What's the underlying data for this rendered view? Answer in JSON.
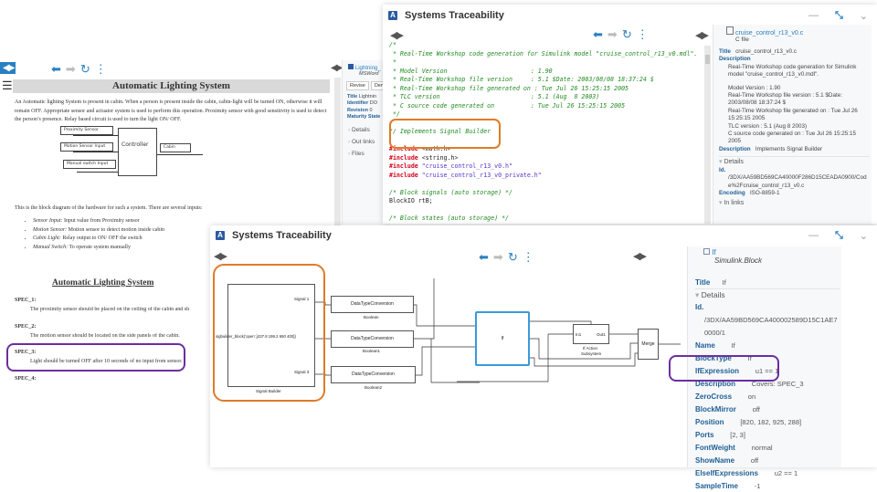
{
  "doc_window": {
    "heading": "Automatic Lighting System",
    "intro": "An Automatic lighting System is present in cabin. When a person is present inside the cabin, cabin-light will be turned ON, otherwise it will remain OFF. Appropriate sensor and actuator system is used to perform this operation. Proximity sensor with good sensitivity is used to detect the person’s presence. Relay based circuit is used to turn the light ON/ OFF.",
    "diagram": {
      "inputs": [
        "Proximity Sensor",
        "Motion Sensor Input",
        "Manual switch Input"
      ],
      "controller": "Controller",
      "output": "Cabin"
    },
    "block_diagram_text": "This is the block diagram of the hardware for such a system. There are several inputs:",
    "inputs_list": [
      {
        "term": "Sensor Input:",
        "desc": " Input value from Proximity sensor"
      },
      {
        "term": "Motion Sensor:",
        "desc": " Motion sensor to detect motion inside cabin"
      },
      {
        "term": "Cabin Light:",
        "desc": " Relay output to ON/ OFF the switch"
      },
      {
        "term": "Manual Switch:",
        "desc": " To operate system manually"
      }
    ],
    "section_title": "Automatic Lighting System",
    "specs": [
      {
        "id": "SPEC_1:",
        "text": "The proximity sensor should be placed on the ceiling of the cabin and sh"
      },
      {
        "id": "SPEC_2:",
        "text": "The motion sensor should be located on the side panels of the cabin."
      },
      {
        "id": "SPEC_3:",
        "text": "Light should be turned OFF after 10 seconds of no input from sensor."
      },
      {
        "id": "SPEC_4:",
        "text": ""
      }
    ],
    "side_panel": {
      "item_name": "Lightning_",
      "item_type": "MSWord",
      "buttons": [
        "Revise",
        "Demo"
      ],
      "props": [
        {
          "k": "Title",
          "v": "Lightnin"
        },
        {
          "k": "Identifier",
          "v": "DO"
        },
        {
          "k": "Revision",
          "v": "0"
        },
        {
          "k": "Maturity State",
          "v": ""
        }
      ],
      "sections": [
        "Details",
        "Out links",
        "Files"
      ]
    }
  },
  "code_window": {
    "title": "Systems Traceability",
    "lines": [
      {
        "t": "com",
        "s": "/*"
      },
      {
        "t": "com",
        "s": " * Real-Time Workshop code generation for Simulink model \"cruise_control_r13_v0.mdl\"."
      },
      {
        "t": "com",
        "s": " *"
      },
      {
        "t": "com",
        "s": " * Model Version                       : 1.90"
      },
      {
        "t": "com",
        "s": " * Real-Time Workshop file version     : 5.1 $Date: 2003/08/08 18:37:24 $"
      },
      {
        "t": "com",
        "s": " * Real-Time Workshop file generated on : Tue Jul 26 15:25:15 2005"
      },
      {
        "t": "com",
        "s": " * TLC version                         : 5.1 (Aug  8 2003)"
      },
      {
        "t": "com",
        "s": " * C source code generated on          : Tue Jul 26 15:25:15 2005"
      },
      {
        "t": "com",
        "s": " */"
      },
      {
        "t": "blank",
        "s": ""
      },
      {
        "t": "com",
        "s": "// Implements Signal Builder"
      },
      {
        "t": "blank",
        "s": ""
      },
      {
        "t": "inc",
        "pp": "#include",
        "s": " <math.h>"
      },
      {
        "t": "inc",
        "pp": "#include",
        "s": " <string.h>"
      },
      {
        "t": "incs",
        "pp": "#include",
        "s": " \"cruise_control_r13_v0.h\""
      },
      {
        "t": "incs",
        "pp": "#include",
        "s": " \"cruise_control_r13_v0_private.h\""
      },
      {
        "t": "blank",
        "s": ""
      },
      {
        "t": "com",
        "s": "/* Block signals (auto storage) */"
      },
      {
        "t": "plain",
        "s": "BlockIO rtB;"
      },
      {
        "t": "blank",
        "s": ""
      },
      {
        "t": "com",
        "s": "/* Block states (auto storage) */"
      }
    ],
    "panel": {
      "file_name": "cruise_control_r13_v0.c",
      "file_type": "C file",
      "title_label": "Title",
      "title_value": "cruise_control_r13_v0.c",
      "description_label": "Description",
      "description_text": "Real-Time Workshop code generation for Simulink model \"cruise_control_r13_v0.mdl\".",
      "desc_rows": [
        {
          "k": "Model Version",
          "v": ": 1.90"
        },
        {
          "k": "Real-Time Workshop file version",
          "v": ": 5.1 $Date: 2003/08/08 18:37:24 $"
        },
        {
          "k": "Real-Time Workshop file generated on",
          "v": ": Tue Jul 26 15:25:15 2005"
        },
        {
          "k": "TLC version",
          "v": ": 5.1 (Aug  8 2003)"
        },
        {
          "k": "C source code generated on",
          "v": ": Tue Jul 26 15:25:15 2005"
        }
      ],
      "description2_label": "Description",
      "description2_value": "Implements Signal Builder",
      "details_label": "Details",
      "id_label": "Id.",
      "id_value": "/3DX/AA59BD569CA40000F286D15CEADA0900/Code%2Fcruise_control_r13_v0.c",
      "encoding_label": "Encoding",
      "encoding_value": "ISO-8859-1",
      "inlinks_label": "In links"
    }
  },
  "model_window": {
    "title": "Systems Traceability",
    "blocks": {
      "signal_builder": "Signal Builder",
      "signal_builder_inner": "sigbuilder_block('open',[437.8 199.2 650 400])",
      "signals": [
        "Signal 1",
        "Signal 2",
        "Signal 3"
      ],
      "dtc": [
        {
          "label": "DataTypeConversion",
          "name": "Boolean"
        },
        {
          "label": "DataTypeConversion",
          "name": "Boolean1"
        },
        {
          "label": "DataTypeConversion",
          "name": "Boolean2"
        }
      ],
      "if_block": "If",
      "action_sub": {
        "in": "In1",
        "out": "Out1",
        "name1": "If Action",
        "name2": "Subsystem"
      },
      "merge": "Merge"
    },
    "panel": {
      "item_name": "If",
      "item_type": "Simulink.Block",
      "title_label": "Title",
      "title_value": "If",
      "details_label": "Details",
      "props": [
        {
          "k": "Id.",
          "v": "/3DX/AA59BD569CA400002589D15C1AE70000/1"
        },
        {
          "k": "Name",
          "v": "If"
        },
        {
          "k": "BlockType",
          "v": "If"
        },
        {
          "k": "IfExpression",
          "v": "u1 == 1"
        },
        {
          "k": "Description",
          "v": "Covers: SPEC_3"
        },
        {
          "k": "ZeroCross",
          "v": "on"
        },
        {
          "k": "BlockMirror",
          "v": "off"
        },
        {
          "k": "Position",
          "v": "[820, 182, 925, 288]"
        },
        {
          "k": "Ports",
          "v": "[2, 3]"
        },
        {
          "k": "FontWeight",
          "v": "normal"
        },
        {
          "k": "ShowName",
          "v": "off"
        },
        {
          "k": "ElseIfExpressions",
          "v": "u2 == 1"
        },
        {
          "k": "SampleTime",
          "v": "-1"
        }
      ]
    }
  },
  "colors": {
    "accent": "#2a7fc1",
    "highlight_orange": "#e07b27",
    "highlight_purple": "#6b2fa0",
    "if_block_border": "#3a9ad9"
  }
}
